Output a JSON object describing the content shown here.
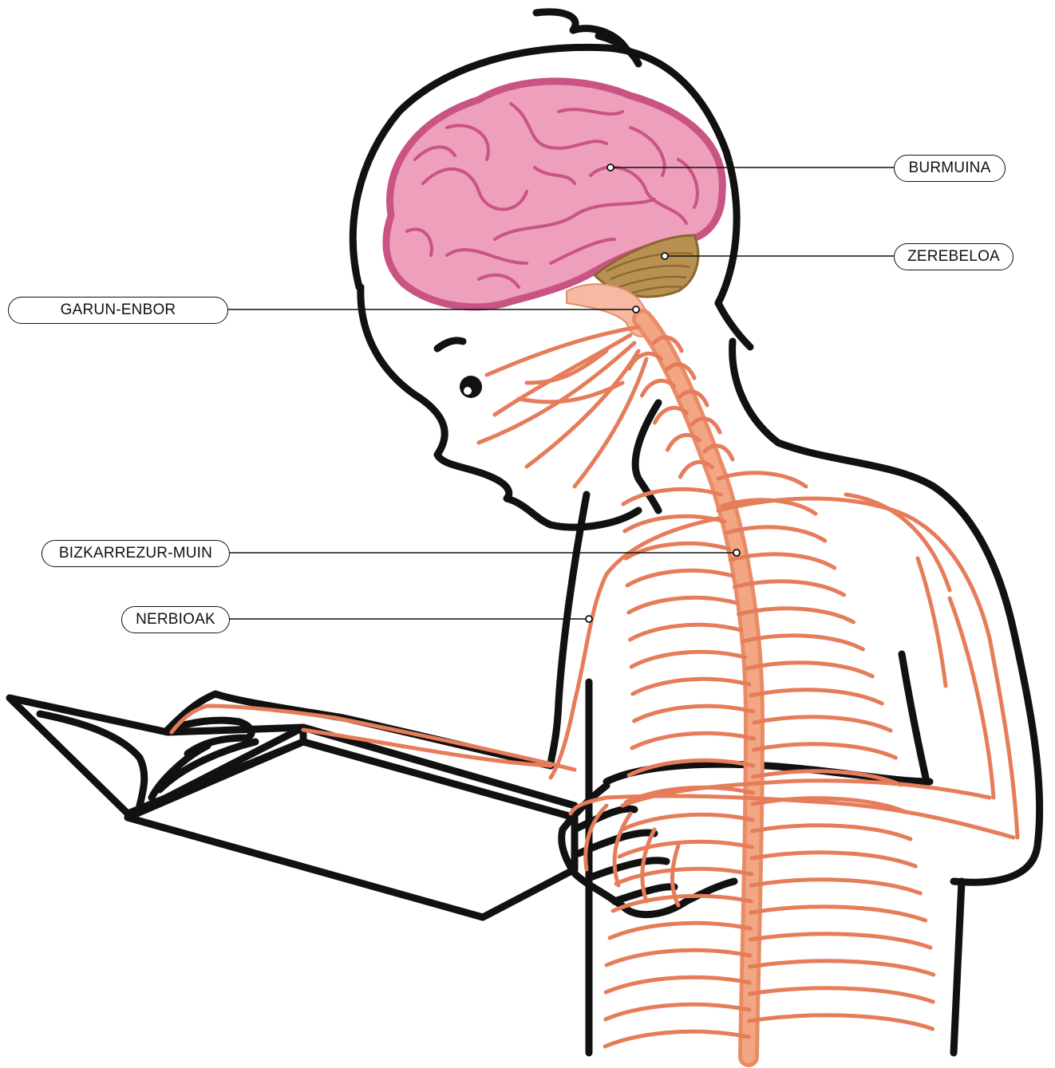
{
  "labels": {
    "burmuina": "BURMUINA",
    "zerebeloa": "ZEREBELOA",
    "garun_enbor": "GARUN-ENBOR",
    "bizkarrezur_muin": "BIZKARREZUR-MUIN",
    "nerbioak": "NERBIOAK"
  },
  "colors": {
    "outline": "#111111",
    "brain_fill": "#ee9fbb",
    "brain_stroke": "#c95484",
    "cerebellum_fill": "#b89052",
    "cerebellum_stroke": "#8a6630",
    "brainstem_fill": "#f7b9a1",
    "spinal_cord": "#eda07e",
    "nerves": "#e57c5a"
  }
}
